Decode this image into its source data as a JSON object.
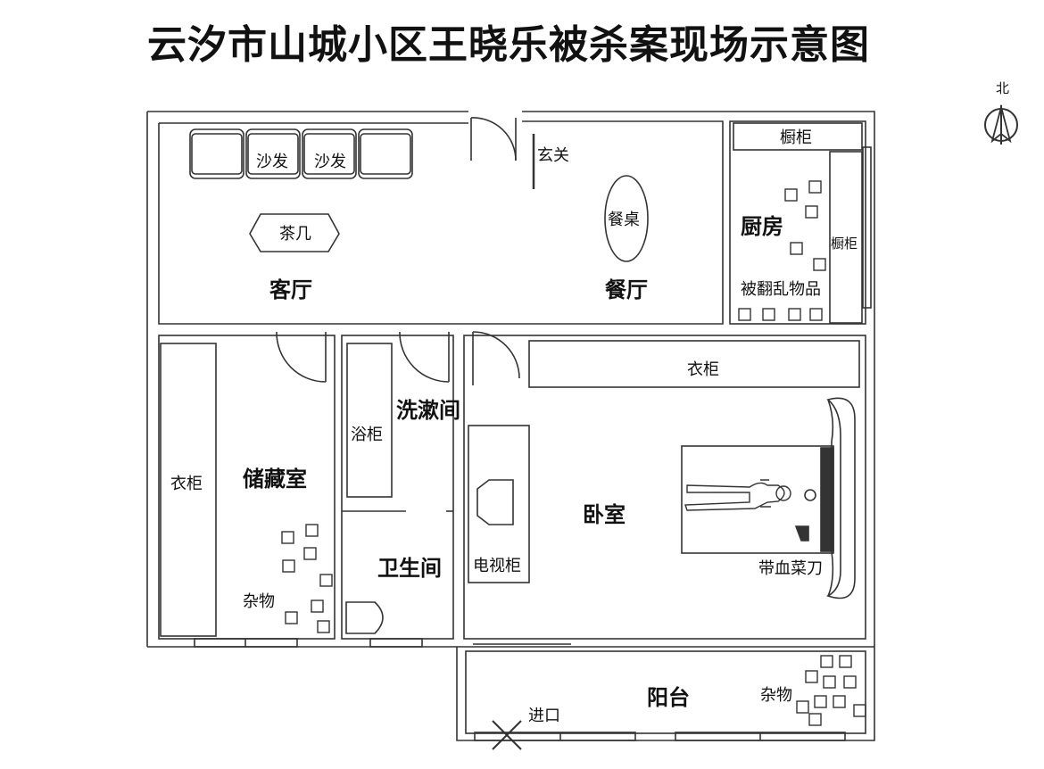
{
  "title": "云汐市山城小区王晓乐被杀案现场示意图",
  "compass": {
    "label": "北",
    "icon": "compass-icon"
  },
  "rooms": {
    "living_room": "客厅",
    "dining_room": "餐厅",
    "kitchen": "厨房",
    "storage_room": "储藏室",
    "washroom": "洗漱间",
    "toilet": "卫生间",
    "bedroom": "卧室",
    "balcony": "阳台",
    "entrance": "玄关"
  },
  "furniture": {
    "sofa_1": "沙发",
    "sofa_2": "沙发",
    "tea_table": "茶几",
    "dining_table": "餐桌",
    "cabinet_top": "橱柜",
    "cabinet_side": "橱柜",
    "scattered_items": "被翻乱物品",
    "wardrobe_storage": "衣柜",
    "bath_cabinet": "浴柜",
    "wardrobe_bedroom": "衣柜",
    "tv_cabinet": "电视柜",
    "sundries_storage": "杂物",
    "sundries_balcony": "杂物",
    "bloody_knife": "带血菜刀",
    "entry_point": "进口"
  },
  "colors": {
    "line": "#333333",
    "text": "#111111",
    "background": "#ffffff"
  }
}
